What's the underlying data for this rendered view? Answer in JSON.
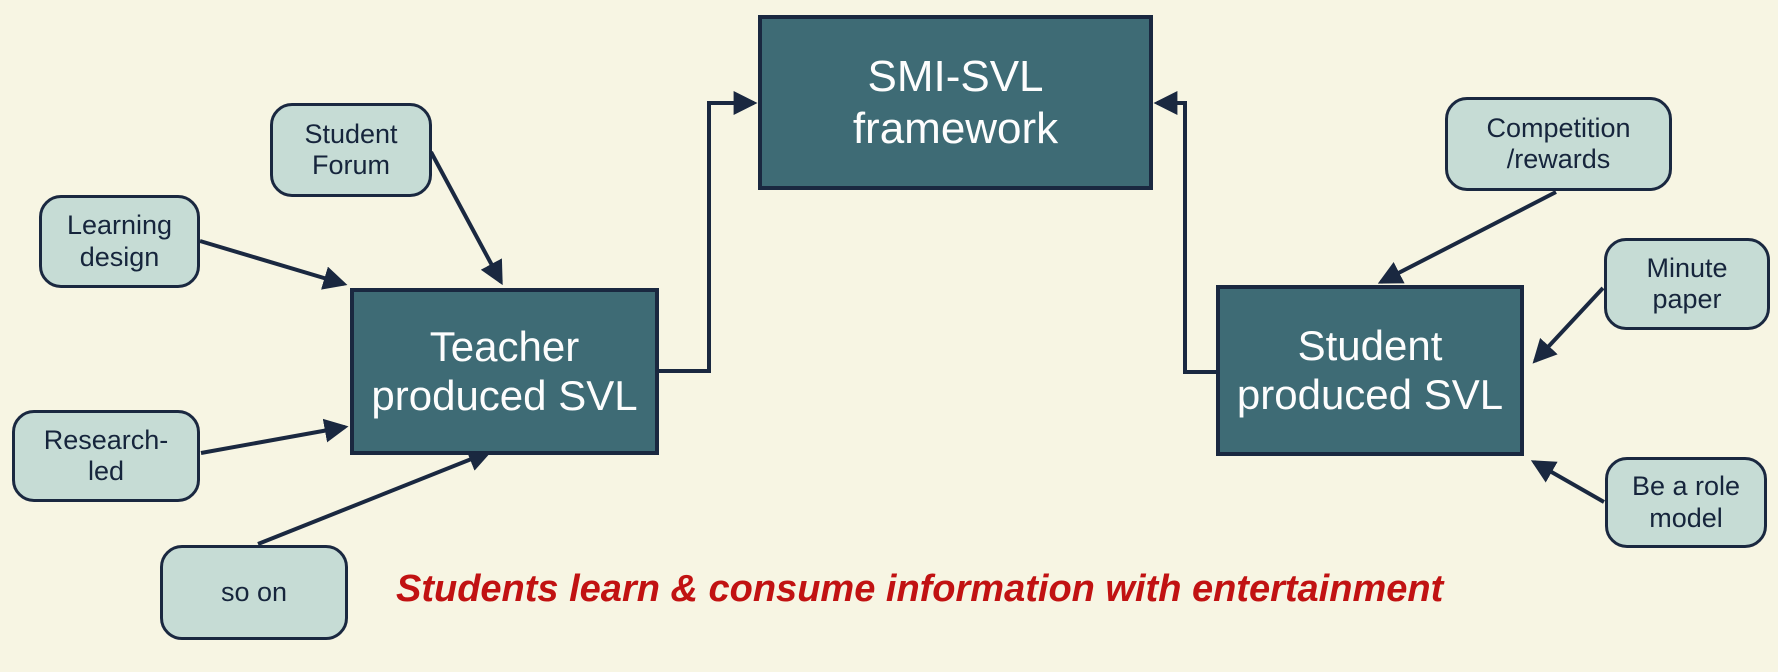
{
  "diagram": {
    "background_color": "#F7F5E3",
    "colors": {
      "dark_box_fill": "#3E6B75",
      "dark_box_text": "#FFFFFF",
      "light_box_fill": "#C6DCD5",
      "outline_and_arrows": "#1A2840",
      "caption_red": "#C11212"
    },
    "nodes": {
      "smi_framework": {
        "label": "SMI-SVL\nframework"
      },
      "teacher_svl": {
        "label": "Teacher\nproduced SVL"
      },
      "student_svl": {
        "label": "Student\nproduced SVL"
      },
      "student_forum": {
        "label": "Student\nForum"
      },
      "learning_design": {
        "label": "Learning\ndesign"
      },
      "research_led": {
        "label": "Research-\nled"
      },
      "so_on": {
        "label": "so on"
      },
      "competition_rewards": {
        "label": "Competition\n/rewards"
      },
      "minute_paper": {
        "label": "Minute\npaper"
      },
      "be_a_role_model": {
        "label": "Be a role\nmodel"
      }
    },
    "edges": [
      {
        "from": "student_forum",
        "to": "teacher_svl"
      },
      {
        "from": "learning_design",
        "to": "teacher_svl"
      },
      {
        "from": "research_led",
        "to": "teacher_svl"
      },
      {
        "from": "so_on",
        "to": "teacher_svl"
      },
      {
        "from": "teacher_svl",
        "to": "smi_framework"
      },
      {
        "from": "student_svl",
        "to": "smi_framework"
      },
      {
        "from": "competition_rewards",
        "to": "student_svl"
      },
      {
        "from": "minute_paper",
        "to": "student_svl"
      },
      {
        "from": "be_a_role_model",
        "to": "student_svl"
      }
    ],
    "caption": {
      "text": "Students learn & consume information with entertainment"
    }
  }
}
